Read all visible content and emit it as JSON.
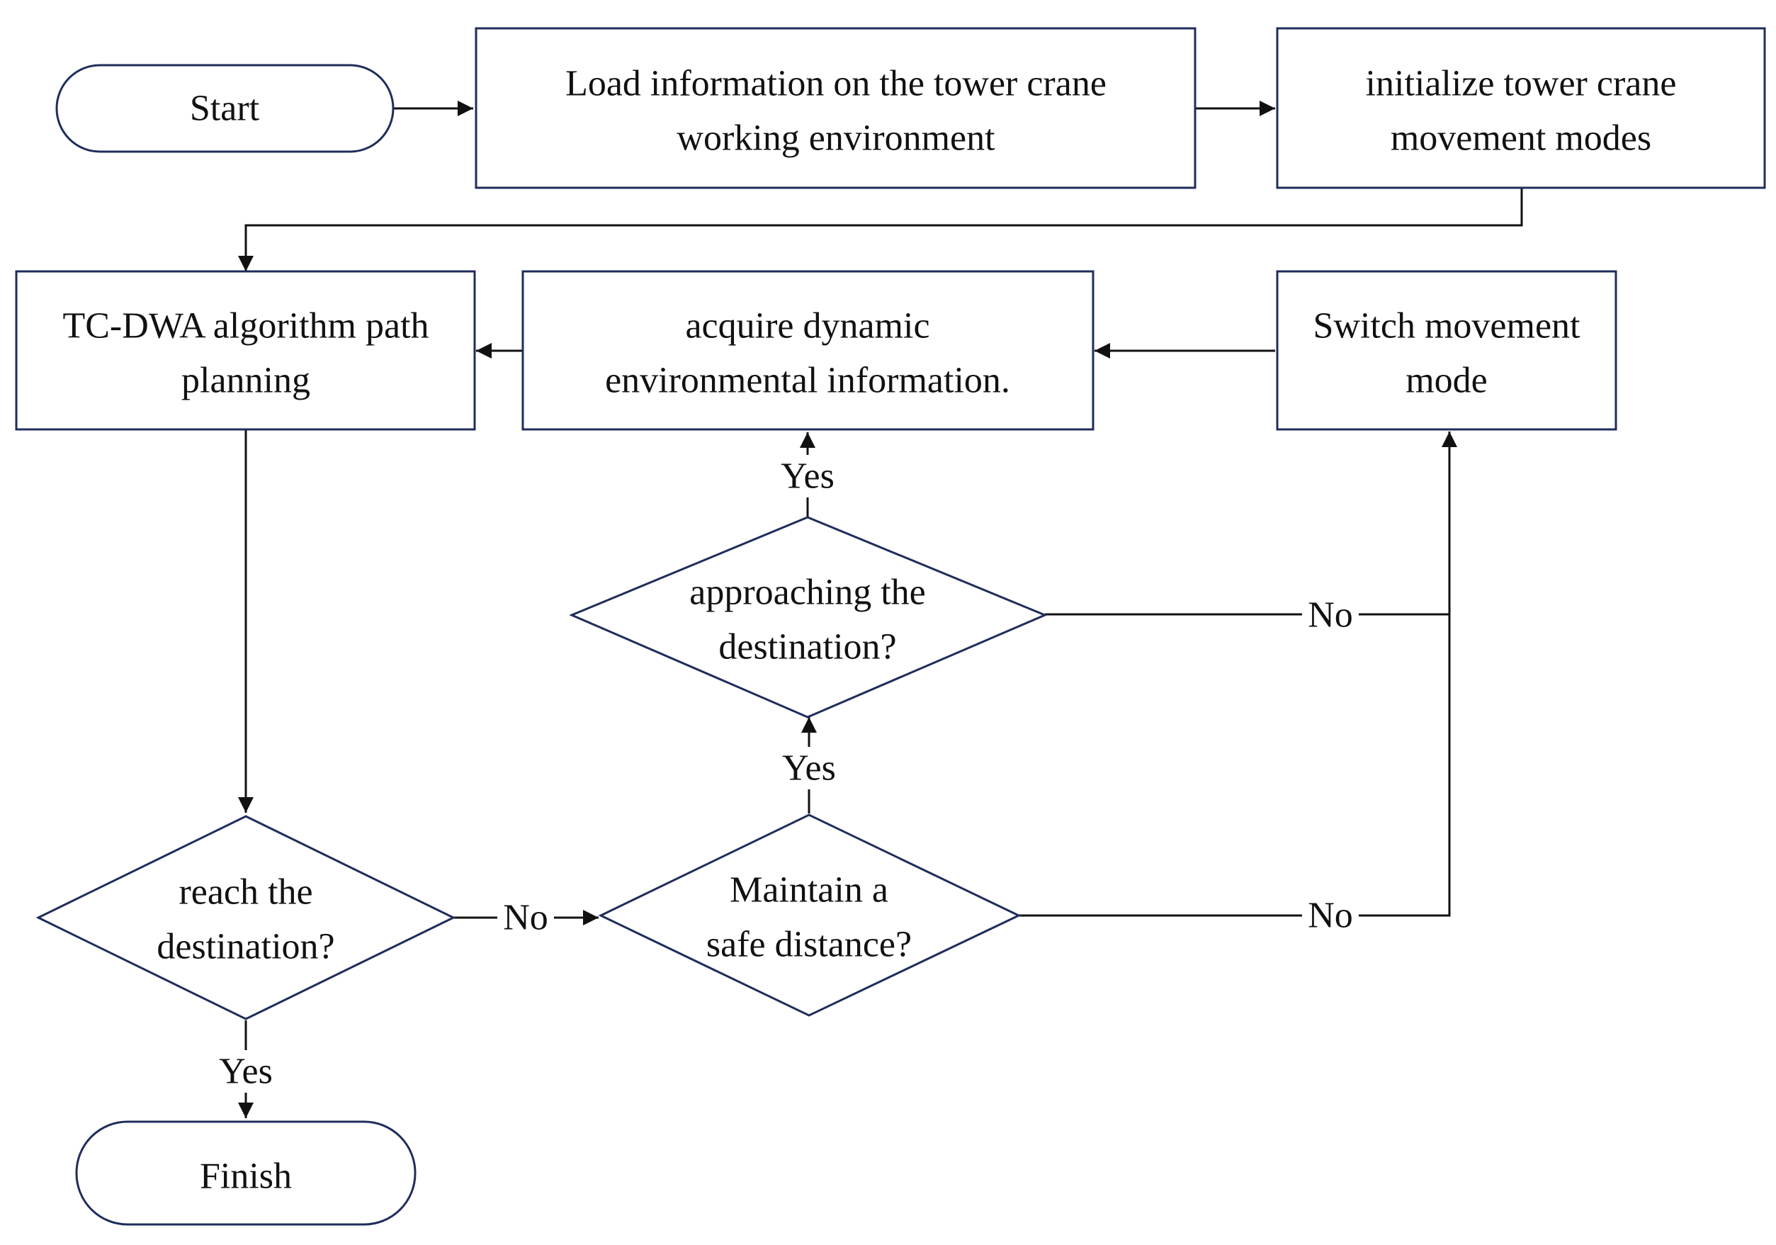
{
  "colors": {
    "shape_stroke": "#1f2d5c",
    "edge": "#111111",
    "background": "#ffffff"
  },
  "nodes": {
    "start": {
      "label": "Start"
    },
    "load_info": {
      "line1": "Load information on the tower crane",
      "line2": "working environment"
    },
    "init_modes": {
      "line1": "initialize tower crane",
      "line2": "movement modes"
    },
    "path_planning": {
      "line1": "TC-DWA algorithm path",
      "line2": "planning"
    },
    "acquire_info": {
      "line1": "acquire dynamic",
      "line2": "environmental information."
    },
    "switch_mode": {
      "line1": "Switch movement",
      "line2": "mode"
    },
    "approaching": {
      "line1": "approaching the",
      "line2": "destination?"
    },
    "reach": {
      "line1": "reach the",
      "line2": "destination?"
    },
    "safe_distance": {
      "line1": "Maintain a",
      "line2": "safe distance?"
    },
    "finish": {
      "label": "Finish"
    }
  },
  "edges": {
    "approaching_yes": "Yes",
    "approaching_no": "No",
    "safe_yes": "Yes",
    "safe_no": "No",
    "reach_no": "No",
    "reach_yes": "Yes"
  }
}
